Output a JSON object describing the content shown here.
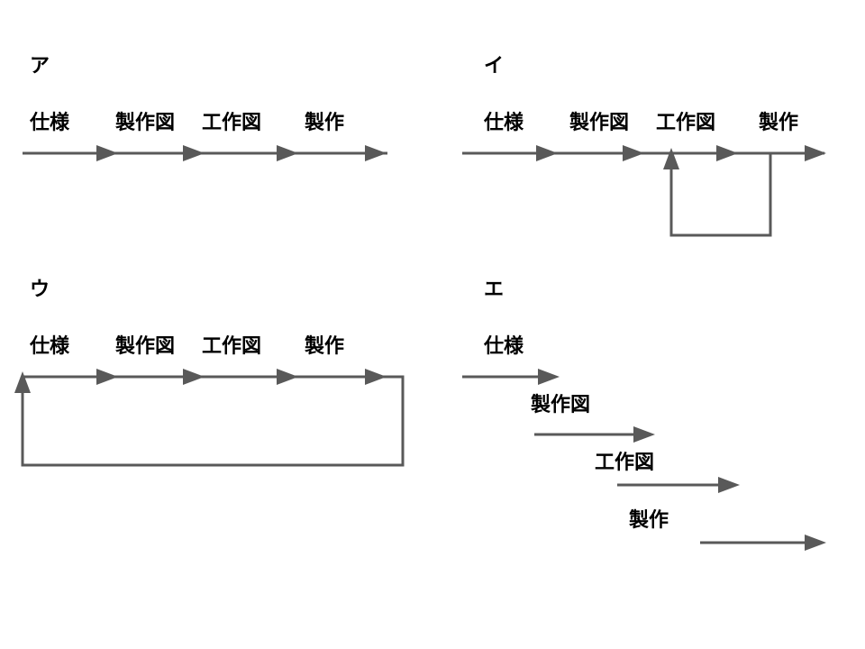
{
  "colors": {
    "arrow": "#595959",
    "text": "#000000",
    "background": "#ffffff"
  },
  "panels": {
    "a": {
      "label": "ア",
      "steps": [
        "仕様",
        "製作図",
        "工作図",
        "製作"
      ]
    },
    "i": {
      "label": "イ",
      "steps": [
        "仕様",
        "製作図",
        "工作図",
        "製作"
      ]
    },
    "u": {
      "label": "ウ",
      "steps": [
        "仕様",
        "製作図",
        "工作図",
        "製作"
      ]
    },
    "e": {
      "label": "エ",
      "steps": [
        "仕様",
        "製作図",
        "工作図",
        "製作"
      ]
    }
  }
}
